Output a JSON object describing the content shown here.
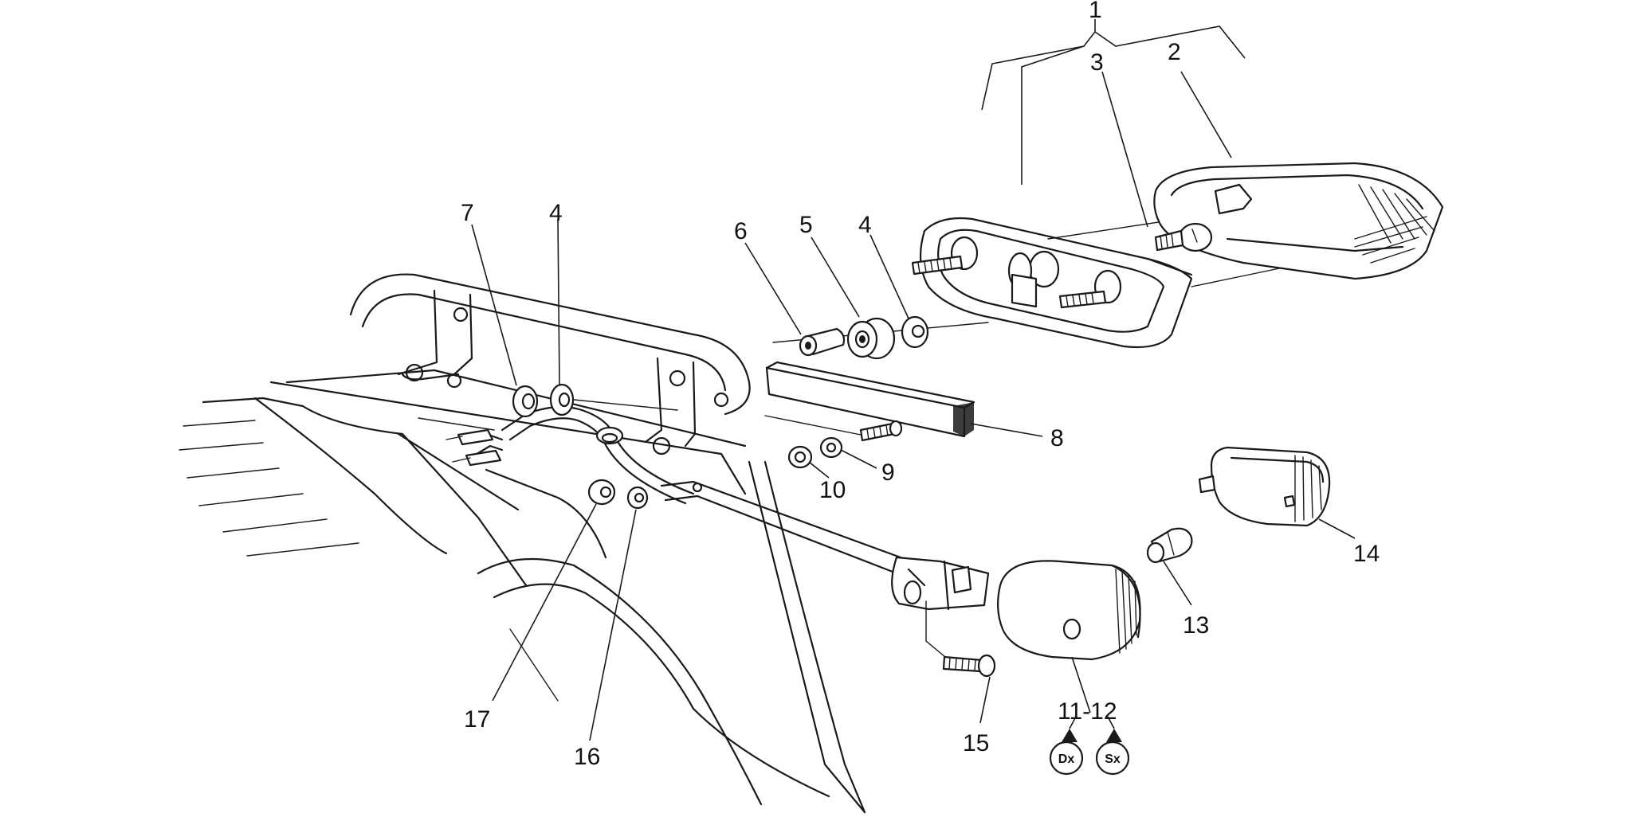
{
  "callouts": {
    "c1": "1",
    "c2": "2",
    "c3": "3",
    "c4a": "4",
    "c4b": "4",
    "c5": "5",
    "c6": "6",
    "c7": "7",
    "c8": "8",
    "c9": "9",
    "c10": "10",
    "c11_12": "11-12",
    "c13": "13",
    "c14": "14",
    "c15": "15",
    "c16": "16",
    "c17": "17"
  },
  "side_tags": {
    "right": "Dx",
    "left": "Sx"
  },
  "colors": {
    "line": "#1a1a1a",
    "background": "#ffffff"
  }
}
